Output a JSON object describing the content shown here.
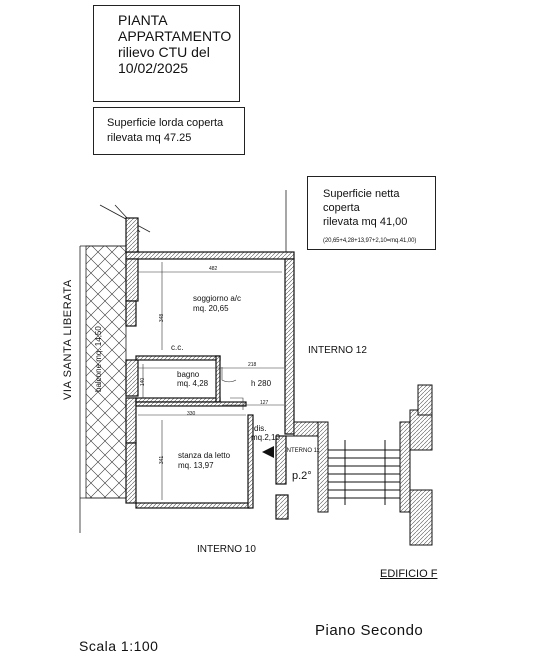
{
  "title_box": {
    "lines": [
      "PIANTA",
      "APPARTAMENTO",
      "rilievo CTU del",
      "10/02/2025"
    ]
  },
  "gross_area_box": {
    "lines": [
      "Superficie lorda coperta",
      "rilevata mq 47.25"
    ]
  },
  "net_area_box": {
    "lines": [
      "Superficie netta",
      "coperta",
      "rilevata mq 41,00"
    ],
    "formula": "(20,65+4,28+13,97+2,10=mq.41,00)"
  },
  "rooms": {
    "living": {
      "name": "soggiorno a/c",
      "area": "mq. 20,65"
    },
    "bath": {
      "name": "bagno",
      "area": "mq. 4,28"
    },
    "bedroom": {
      "name": "stanza da letto",
      "area": "mq. 13,97"
    },
    "hall": {
      "name": "dis.",
      "area": "mq.2,10"
    },
    "wc_label": "c.c.",
    "height": "h 280",
    "balcony": "balcone mq. 14,50"
  },
  "dimensions": {
    "living_width": "482",
    "living_height": "348",
    "bath_width": "218",
    "bath_height": "140",
    "bedroom_width": "330",
    "bedroom_height": "341",
    "hall_width": "127"
  },
  "neighbors": {
    "right": "INTERNO 12",
    "bottom": "INTERNO 10",
    "entrance": "INTERNO 11",
    "landing": "p.2°"
  },
  "street": "VIA SANTA LIBERATA",
  "building": "EDIFICIO F",
  "scale": "Scala 1:100",
  "floor": "Piano Secondo"
}
